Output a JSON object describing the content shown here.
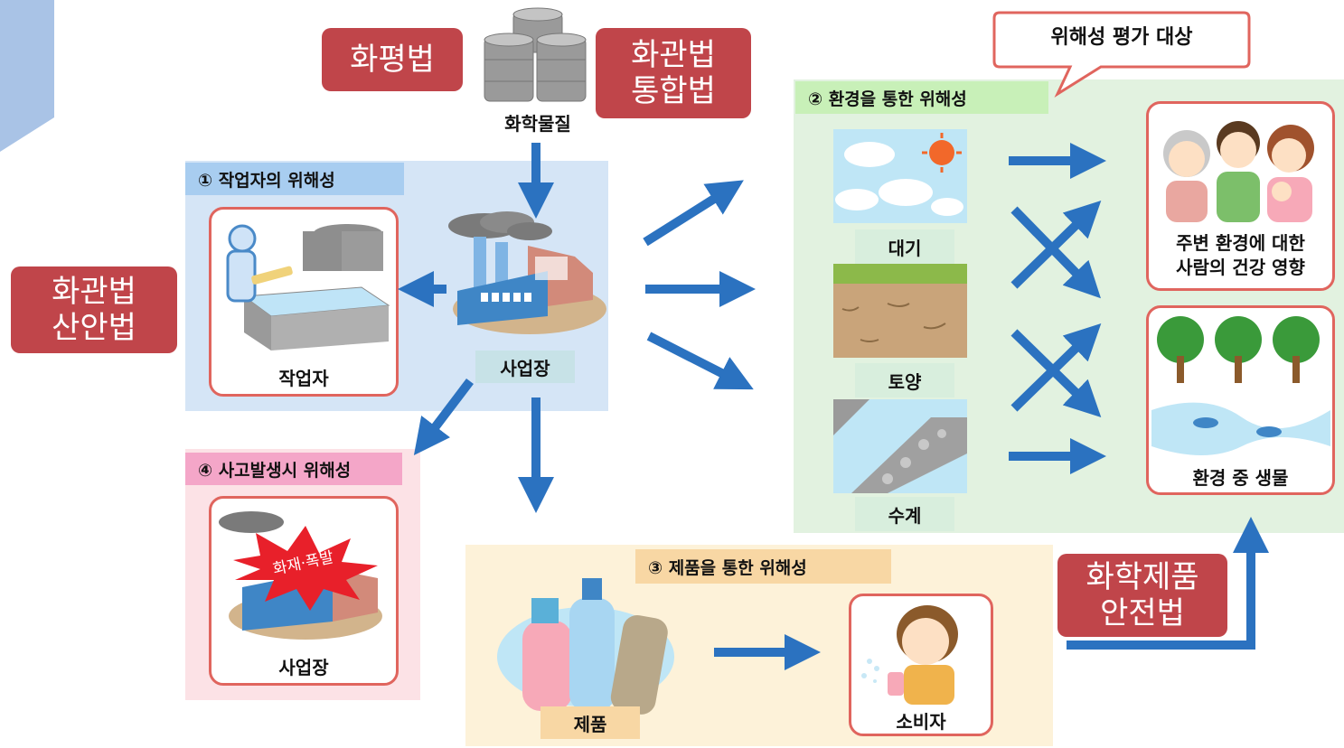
{
  "laws": {
    "hwapyeong": "화평법",
    "hwagwan_tonghap": "화관법\n통합법",
    "hwagwan_sanan": "화관법\n산안법",
    "chemical_product_safety": "화학제품\n안전법"
  },
  "chemical_label": "화학물질",
  "target_callout": "위해성 평가 대상",
  "worker_panel": {
    "title": "① 작업자의 위해성",
    "card_label": "작업자"
  },
  "workplace_label": "사업장",
  "accident_panel": {
    "title": "④ 사고발생시 위해성",
    "burst_text": "화재·폭발",
    "card_label": "사업장"
  },
  "product_panel": {
    "title": "③ 제품을 통한 위해성",
    "product_label": "제품",
    "consumer_label": "소비자"
  },
  "env_panel": {
    "title": "② 환경을 통한 위해성",
    "media": [
      "대기",
      "토양",
      "수계"
    ],
    "human_effect": "주변 환경에 대한\n사람의 건강 영향",
    "ecology_effect": "환경 중 생물"
  },
  "colors": {
    "law": "#c0454a",
    "arrow": "#2b72c0",
    "card_border": "#e0655e"
  }
}
